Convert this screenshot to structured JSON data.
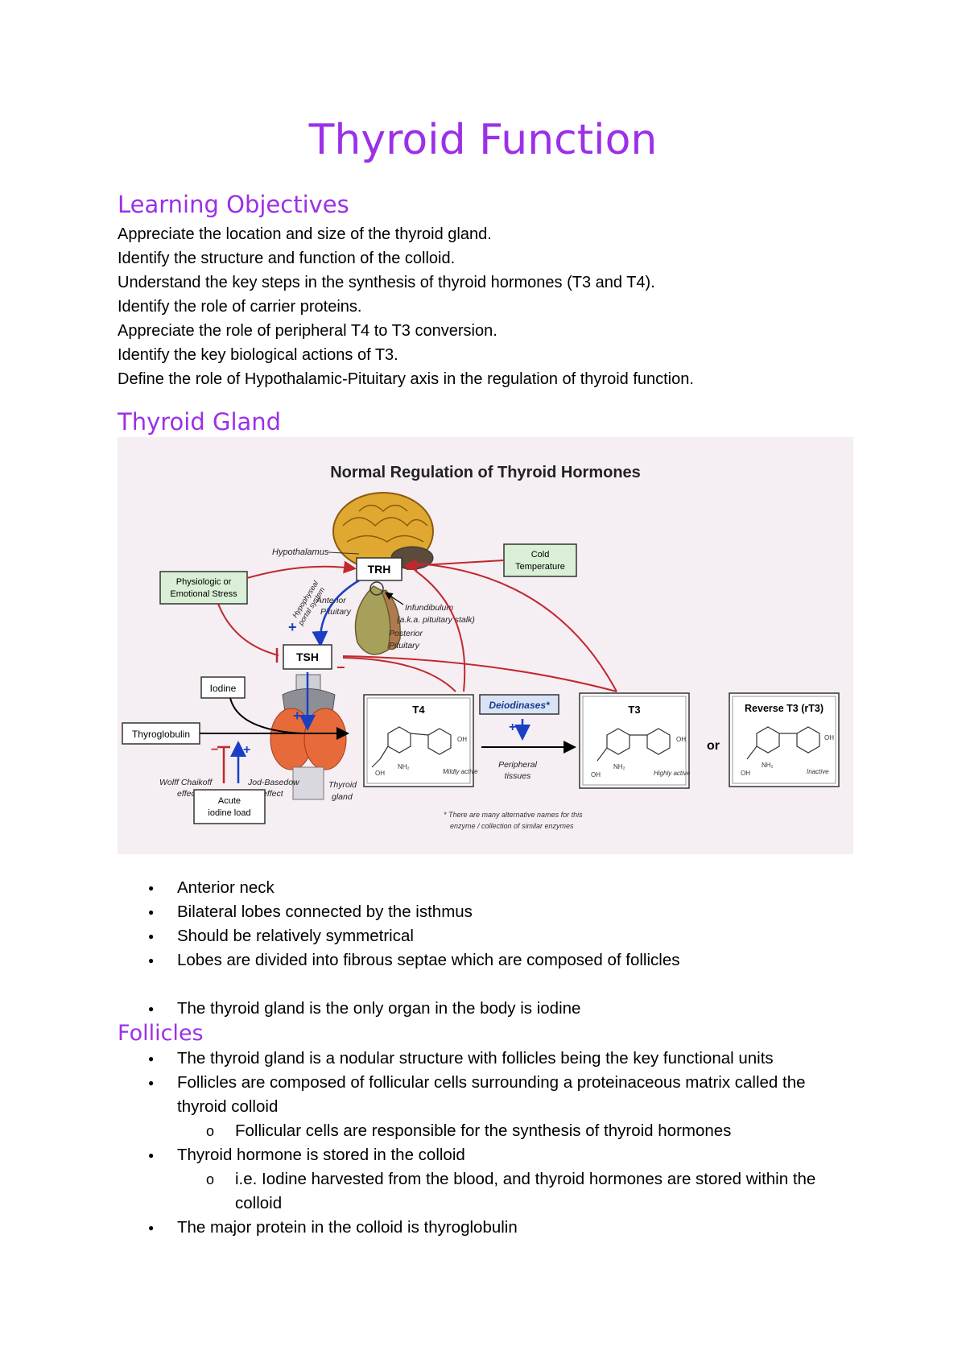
{
  "title": "Thyroid Function",
  "objectives": {
    "heading": "Learning Objectives",
    "items": [
      "Appreciate the location and size of the thyroid gland.",
      "Identify the structure and function of the colloid.",
      "Understand the key steps in the synthesis of thyroid hormones (T3 and T4).",
      "Identify the role of carrier proteins.",
      "Appreciate the role of peripheral T4 to T3 conversion.",
      "Identify the key biological actions of T3.",
      "Define the role of Hypothalamic-Pituitary axis in the regulation of thyroid function."
    ]
  },
  "gland": {
    "heading": "Thyroid Gland",
    "bullets": [
      "Anterior neck",
      "Bilateral lobes connected by the isthmus",
      "Should be relatively symmetrical",
      "Lobes are divided into fibrous septae which are composed of follicles",
      "The thyroid gland is the only organ in the body is iodine"
    ]
  },
  "figure": {
    "title": "Normal Regulation of Thyroid Hormones",
    "hypothalamus": "Hypothalamus",
    "trh": "TRH",
    "tsh": "TSH",
    "cold": [
      "Cold",
      "Temperature"
    ],
    "stress": [
      "Physiologic or",
      "Emotional Stress"
    ],
    "portal": [
      "Hypophyseal",
      "portal system"
    ],
    "anterior": [
      "Anterior",
      "Pituitary"
    ],
    "posterior": [
      "Posterior",
      "Pituitary"
    ],
    "infundibulum": [
      "Infundibulum",
      "(a.k.a. pituitary stalk)"
    ],
    "iodine": "Iodine",
    "thyroglobulin": "Thyroglobulin",
    "wolff": [
      "Wolff Chaikoff",
      "effect"
    ],
    "jod": [
      "Jod-Basedow",
      "effect"
    ],
    "acute": [
      "Acute",
      "iodine load"
    ],
    "thyroid_gland": [
      "Thyroid",
      "gland"
    ],
    "t4": "T4",
    "t4_note": "Mildly active",
    "deiodinases": "Deiodinases*",
    "peripheral": [
      "Peripheral",
      "tissues"
    ],
    "t3": "T3",
    "t3_note": "Highly active",
    "or": "or",
    "rt3": "Reverse T3 (rT3)",
    "rt3_note": "Inactive",
    "oh": "OH",
    "nh2": "NH₂",
    "footnote": [
      "* There are many alternative names for this",
      "enzyme / collection of similar enzymes"
    ],
    "plus": "+",
    "minus": "−"
  },
  "follicles": {
    "heading": "Follicles",
    "bullet1": "The thyroid gland is a nodular structure with follicles being the key functional units",
    "bullet2": "Follicles are composed of follicular cells surrounding a proteinaceous matrix called the thyroid colloid",
    "sub1": "Follicular cells are responsible for the synthesis of thyroid hormones",
    "bullet3": "Thyroid hormone is stored in the colloid",
    "sub2": "i.e. Iodine harvested from the blood, and thyroid hormones are stored within the colloid",
    "bullet4": "The major protein in the colloid is thyroglobulin"
  },
  "colors": {
    "heading": "#9b30e8",
    "red": "#c0282d",
    "blue": "#1a3fc4",
    "greenBox": "#d9efd6"
  }
}
